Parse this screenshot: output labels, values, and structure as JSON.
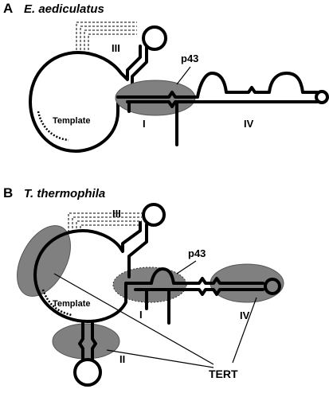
{
  "panel_a": {
    "letter": "A",
    "species": "E. aediculatus",
    "labels": {
      "helix_iii": "III",
      "helix_i": "I",
      "helix_iv": "IV",
      "protein": "p43",
      "template": "Template"
    }
  },
  "panel_b": {
    "letter": "B",
    "species": "T. thermophila",
    "labels": {
      "helix_iii": "III",
      "helix_i": "I",
      "helix_ii": "II",
      "helix_iv": "IV",
      "protein": "p43",
      "template": "Template",
      "tert": "TERT"
    }
  }
}
